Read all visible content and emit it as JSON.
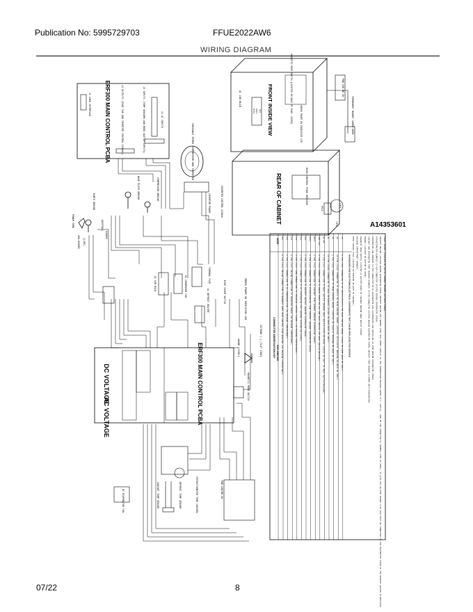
{
  "header": {
    "publication": "Publication No: 5995729703",
    "model": "FFUE2022AW6",
    "title": "WIRING DIAGRAM"
  },
  "footer": {
    "date": "07/22",
    "page": "8"
  },
  "part_number": "A14353601",
  "ui_board": {
    "name": "ERF300 MAIN CONTROL PCBA",
    "j1": "J1 USER INTERFACE",
    "j2": "J2 OUTPUTS (EVAP FAN AND INVERTER CONTROL SIGNAL)",
    "j3": "J3 INPUTS (TEMP SENSORS AND REED SWITCH INPUTS)",
    "j4": "J4 AC INPUTS"
  },
  "compressor": {
    "label": "VARIABLE SPEED COMPRESSOR AND INVERTER"
  },
  "labels": {
    "base_plate_ground": "BASE PLATE GROUND",
    "compressor_ground": "COMPRESSOR GROUND",
    "earth_ground": "EARTH GROUND",
    "power_cord": "POWER CORD",
    "neutral": "(NEUTRAL)",
    "line": "(LINE)",
    "non_ribbed": "NON-RIBBED",
    "ribbed": "RIBBED",
    "inverter_power": "INVERTER POWER",
    "inverter_control": "INVERTER CONTROL SIGNAL",
    "ac_condenser_fan": "AC CONDENSER FAN",
    "thermal_fuse": "THERMAL FUSE",
    "ac_defrost_heater": "AC DEFROST HEATER",
    "evap_cover_switch": "EVAP COVER SWITCH",
    "ac_led_bulb": "AC LED BULB",
    "green_power_on": "GREEN POWER ON INDICATOR LED",
    "anode": "ANODE (+5VDC)",
    "cathode": "CATHODE (-) (FLAT SIDE)",
    "magnetic_reed": "MAGNETIC REED SWITCH",
    "dc_voltage": "DC VOLTAGE",
    "ac_voltage": "AC VOLTAGE",
    "main_board": "ERF300 MAIN CONTROL PCBA",
    "dc_evaporator_fan": "DC EVAPORATOR FAN",
    "cabinet_temp_sensor": "CABINET TEMP SENSOR",
    "defrost_temp_sensor": "DEFROST TEMP SENSOR",
    "potentiometer": "POTENTIOMETER TEMP CONTROL",
    "pwr_led": "PWR LED/RD SW"
  },
  "front_view": {
    "title": "FRONT INSIDE VIEW",
    "bulb": "AC LED BULB",
    "note": "MAGNETIC REED SWITCH (LOCATED ON BACK OF EVAP. COVER)",
    "green": "GREEN POWER ON INDICATOR LED",
    "magnet": "PERMANENT MAGNET UNDER DOOR",
    "sw": "PWR LED RD SW",
    "pot": "POT1",
    "dfr": "DF1",
    "ntc": "NTC1"
  },
  "rear_view": {
    "title": "REAR OF CABINET",
    "housing": "MAIN CONTROL PCBA HOUSING",
    "cf1": "CF1",
    "mc1": "MC1",
    "cp1": "CP1"
  },
  "key": {
    "title": "CONNECTOR ABBREVIATION KEY",
    "col_abbr": "ABBR",
    "col_exp": "EXPLANATION",
    "rows": [
      [
        "MC1",
        "6 PIN (2x3) INLINE CONNECTION TO HARNESS FROM MAIN CONTROL PCBA HOUSING (IN MACHINE COMPARTMENT)"
      ],
      [
        "CF1",
        "2 PIN (1x2) CONNECTION TO AC CONDENSER FAN (IN MACHINE COMPARTMENT)"
      ],
      [
        "CP1",
        "3 PIN (1x3) INLINE CONNECTION TO INVERTER POWER (IN MACHINE COMPARTMENT)"
      ],
      [
        "CP2",
        "4 PIN (1x4) LINE CONNECTION TO INVERTER CONTROL SIGNAL (IN MACHINE COMPARTMENT)"
      ],
      [
        "EF1",
        "3 PIN (1x3) CONNECTION TO DC EVAPORATOR FAN (BEHIND EVAPORATOR COVER)"
      ],
      [
        "DF1",
        "2 PIN (1x2) CONNECTION TO DEFROST HEATER (BEHIND EVAPORATOR COVER)"
      ],
      [
        "POT1",
        "3 PIN (1x3) CONNECTION TO POTENTIOMETER TEMP CONTROL (BEHIND EVAPORATOR COVER)"
      ],
      [
        "NTC1",
        "2 PIN (1x2) CONNECTION TO CABINET TEMP SENSOR (BEHIND EVAPORATOR COVER)"
      ],
      [
        "PWR LED",
        "4 PIN (1x4) CONNECTION TO GREEN POWER ON LED AND REED SWITCH (IN REED SWITCH HOUSING)"
      ],
      [
        "RD SW",
        "2 PIN (1x2) CONNECTION TO REED SWITCH (BEHIND REED SWITCH COVER ON FRONT CENTER OF UNIT IN REED SWITCH HOUSING)"
      ],
      [
        "J1",
        "10 PIN (1x10) CONNECTOR TO USER INTERFACE (PLUGS IN FROM BACK OF UNIT)"
      ],
      [
        "J2",
        "9 PIN (1x9) CONNECTOR TO MAIN CONTROL BOARD (LOCATED IN PLASTIC HOUSING ON BACK OF UNIT)"
      ],
      [
        "J3",
        "10 PIN (1x10) CONNECTOR TO INPUTS ON MAIN CONTROL BOARD (LOCATED IN PLASTIC HOUSING ON BACK OF UNIT)"
      ],
      [
        "J4",
        "6 PIN (1x6) CONNECTOR TO AC INPUTS/OUTPUTS ON MAIN CONTROL BOARD (PLUGS IN FROM BACK OF UNIT)"
      ]
    ],
    "notes_title": "HARNESSES AND ELECTRONIC/ELECTRICAL COMPONENTS THAT CAN BE REPLACED FOR SERVICE",
    "notes": [
      "MAIN CONTROL PCBA (LOCATED IN HOUSING ON BACK OF CABINET)",
      "MACHINE COMPARTMENT HARNESS",
      "MAGNETIC REED SWITCH (LOCATED AT BOTTOM FRONT OF CABINET BEHIND REED SWITCH COVER)",
      "MAGNET (LOCATED IN BOTTOM OF DOOR)",
      "CABINET AND EVAPORATOR TEMP SENSORS HARNESS (4-PIN CONNECTOR LOCATED BEHIND EVAPORATOR COVER, DEFROST TEMP SENSOR CLIPPED ONTO EVAPORATOR)",
      "EVAPORATOR FAN HARNESS (3 PIN CONNECTOR ON DC EVAPORATOR FAN (EVAPORATOR FAN INSTALLED AS ITEM BEHIND EVAPORATOR COVER)",
      "POTENTIOMETER HARNESS (3 PIN CONNECTOR LOCATED BEHIND EVAPORATOR COVER)",
      "DEFROST HEATER (LOCATED BEHIND EVAPORATOR COVER, DEFROST HEATER HAS THERMAL FUSE THAT OPENS CIRCUIT IF THE TEMPERATURE REACHES ABOVE 72°C (162°F), LINE ON THE CONNECTOR IF THERMAL FUSE IS OPEN), IT ALSO HAS AN EVAP MAGNET CLIP THAT MUST BE CONNECTED TO THE EVAPORATOR COVER IF THE DEFROST HEATER IS REPLACED",
      "LIGHT SOCKET (LOCATED IN TOP OF CABINET BEHIND LED BULB COVER)"
    ]
  }
}
